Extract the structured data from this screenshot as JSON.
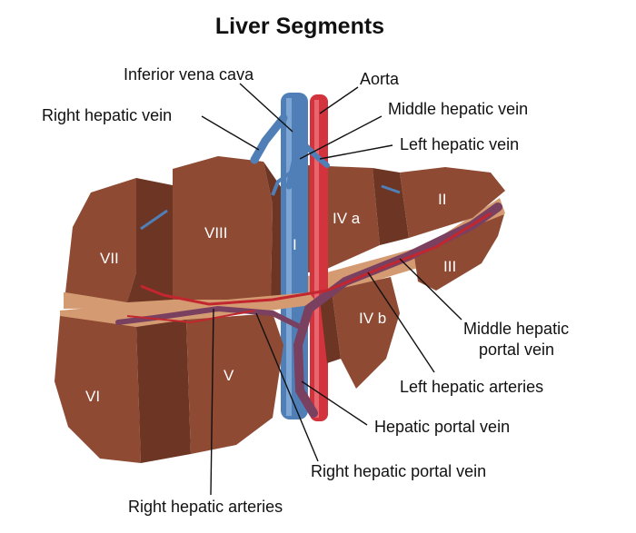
{
  "title": "Liver Segments",
  "labels": {
    "inferior_vena_cava": "Inferior vena cava",
    "aorta": "Aorta",
    "right_hepatic_vein": "Right hepatic vein",
    "middle_hepatic_vein": "Middle hepatic vein",
    "left_hepatic_vein": "Left hepatic vein",
    "middle_hepatic_portal_vein_1": "Middle hepatic",
    "middle_hepatic_portal_vein_2": "portal vein",
    "left_hepatic_arteries": "Left hepatic arteries",
    "hepatic_portal_vein": "Hepatic portal vein",
    "right_hepatic_portal_vein": "Right hepatic portal vein",
    "right_hepatic_arteries": "Right hepatic arteries"
  },
  "segments": {
    "s1": "I",
    "s2": "II",
    "s3": "III",
    "s4a": "IV a",
    "s4b": "IV b",
    "s5": "V",
    "s6": "VI",
    "s7": "VII",
    "s8": "VIII"
  },
  "colors": {
    "liver": "#8e4a33",
    "liver_side": "#6d3523",
    "liver_cut": "#d49a72",
    "vena_cava": "#4f7fb6",
    "aorta": "#d2333d",
    "portal_vein": "#7a4060",
    "artery": "#c2262e"
  }
}
